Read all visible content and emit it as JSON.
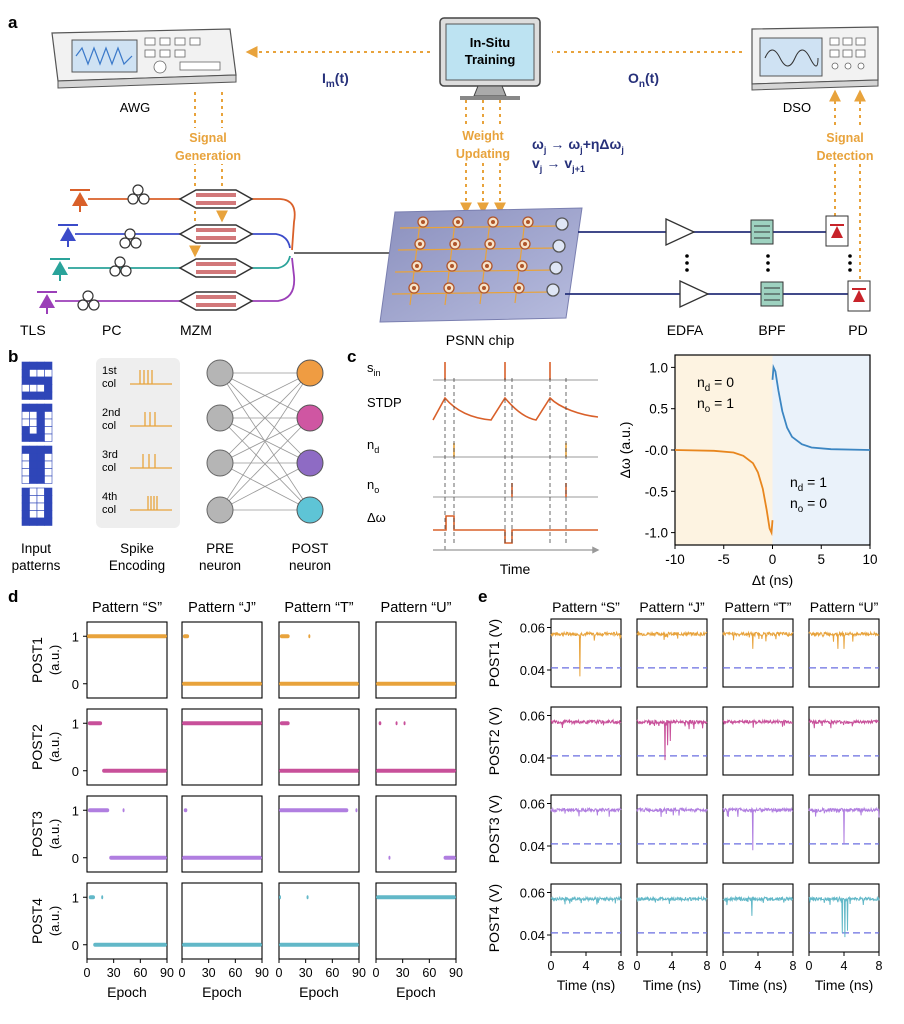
{
  "panels": {
    "a": "a",
    "b": "b",
    "c": "c",
    "d": "d",
    "e": "e"
  },
  "colors": {
    "orange": "#e8a33c",
    "magenta": "#c8509a",
    "violet": "#b07ee0",
    "cyan": "#62b8c8",
    "navy": "#26307a",
    "red_orange": "#d9602a",
    "blue_grid": "#2f46b8",
    "dashed_blue": "#6a6ee0"
  },
  "icons": [
    "awg-instrument-icon",
    "computer-monitor-icon",
    "oscilloscope-icon",
    "laser-diode-icon",
    "polarization-controller-icon",
    "modulator-icon",
    "amplifier-triangle-icon",
    "bandpass-filter-icon",
    "photodiode-icon",
    "neuron-circle-icon"
  ],
  "panel_a": {
    "awg": "AWG",
    "training": [
      "In-Situ",
      "Training"
    ],
    "dso": "DSO",
    "im": "I",
    "im_sub": "m",
    "im_tail": "(t)",
    "on": "O",
    "on_sub": "n",
    "on_tail": "(t)",
    "signal_generation": [
      "Signal",
      "Generation"
    ],
    "weight_updating": [
      "Weight",
      "Updating"
    ],
    "signal_detection": [
      "Signal",
      "Detection"
    ],
    "eq1": {
      "a": "ω",
      "a_sub": "j",
      "arrow": "→",
      "b": "ω",
      "b_sub": "j",
      "c": "+ηΔω",
      "c_sub": "j"
    },
    "eq2": {
      "a": "v",
      "a_sub": "j",
      "arrow": "→",
      "b": "v",
      "b_sub": "j+1"
    },
    "labels": [
      "TLS",
      "PC",
      "MZM",
      "PSNN chip",
      "EDFA",
      "BPF",
      "PD"
    ]
  },
  "panel_b": {
    "cols": [
      [
        "1st",
        "col"
      ],
      [
        "2nd",
        "col"
      ],
      [
        "3rd",
        "col"
      ],
      [
        "4th",
        "col"
      ]
    ],
    "captions": [
      [
        "Input",
        "patterns"
      ],
      [
        "Spike",
        "Encoding"
      ],
      [
        "PRE",
        "neuron"
      ],
      [
        "POST",
        "neuron"
      ]
    ],
    "post_colors": [
      "#ef9c42",
      "#cf56a2",
      "#8e6bc4",
      "#5ec4d6"
    ]
  },
  "panel_c_left": {
    "rows": [
      {
        "label": "s",
        "sub": "in"
      },
      {
        "label": "STDP",
        "sub": ""
      },
      {
        "label": "n",
        "sub": "d"
      },
      {
        "label": "n",
        "sub": "o"
      },
      {
        "label": "Δω",
        "sub": ""
      }
    ],
    "xlabel": "Time"
  },
  "chart_data": [
    {
      "type": "line",
      "id": "c-right",
      "xlabel": "Δt (ns)",
      "ylabel": "Δω (a.u.)",
      "xlim": [
        -10,
        10
      ],
      "ylim": [
        -1.15,
        1.15
      ],
      "xticks": [
        -10,
        -5,
        0,
        5,
        10
      ],
      "yticks": [
        -1.0,
        -0.5,
        0.0,
        0.5,
        1.0
      ],
      "ytick_labels": [
        "-1.0",
        "-0.5",
        "-0.0",
        "0.5",
        "1.0"
      ],
      "annotations": [
        {
          "lines": [
            {
              "t": "n",
              "s": "d",
              "r": " = 0"
            },
            {
              "t": "n",
              "s": "o",
              "r": " = 1"
            }
          ],
          "where": "top-left"
        },
        {
          "lines": [
            {
              "t": "n",
              "s": "d",
              "r": " = 1"
            },
            {
              "t": "n",
              "s": "o",
              "r": " = 0"
            }
          ],
          "where": "bottom-right"
        }
      ],
      "series": [
        {
          "side": "negative",
          "x": [
            -10,
            -6,
            -4,
            -3,
            -2,
            -1.5,
            -1,
            -0.6,
            -0.3,
            -0.1,
            0
          ],
          "y": [
            0,
            -0.01,
            -0.03,
            -0.07,
            -0.16,
            -0.27,
            -0.47,
            -0.72,
            -0.95,
            -1.0,
            -0.85
          ]
        },
        {
          "side": "positive",
          "x": [
            0,
            0.1,
            0.3,
            0.6,
            1,
            1.5,
            2,
            3,
            4,
            6,
            10
          ],
          "y": [
            0.85,
            1.0,
            0.95,
            0.72,
            0.47,
            0.27,
            0.16,
            0.07,
            0.03,
            0.01,
            0
          ]
        }
      ]
    },
    {
      "type": "scatter",
      "id": "d",
      "col_titles": [
        "Pattern “S”",
        "Pattern “J”",
        "Pattern “T”",
        "Pattern “U”"
      ],
      "row_labels": [
        "POST1",
        "POST2",
        "POST3",
        "POST4"
      ],
      "unit": "(a.u.)",
      "xlabel": "Epoch",
      "xlim": [
        0,
        90
      ],
      "xticks": [
        0,
        30,
        60,
        90
      ],
      "xtick_labels_first": [
        "0",
        "30",
        "60",
        "90"
      ],
      "xtick_labels_rest": [
        "0",
        "30",
        "60",
        "90"
      ],
      "yticks": [
        0,
        1
      ],
      "ylim": [
        -0.3,
        1.3
      ],
      "series": [
        {
          "row": 0,
          "col": 0,
          "segments": [
            {
              "y": 1,
              "from": 0,
              "to": 90
            }
          ]
        },
        {
          "row": 0,
          "col": 1,
          "segments": [
            {
              "y": 1,
              "from": 1,
              "to": 8
            },
            {
              "y": 0,
              "from": 0,
              "to": 90
            }
          ]
        },
        {
          "row": 0,
          "col": 2,
          "segments": [
            {
              "y": 1,
              "from": 1,
              "to": 12
            },
            {
              "y": 1,
              "from": 33,
              "to": 34
            },
            {
              "y": 0,
              "from": 0,
              "to": 90
            }
          ]
        },
        {
          "row": 0,
          "col": 3,
          "segments": [
            {
              "y": 0,
              "from": 0,
              "to": 90
            }
          ]
        },
        {
          "row": 1,
          "col": 0,
          "segments": [
            {
              "y": 1,
              "from": 1,
              "to": 17
            },
            {
              "y": 0,
              "from": 17,
              "to": 90
            }
          ]
        },
        {
          "row": 1,
          "col": 1,
          "segments": [
            {
              "y": 1,
              "from": 0,
              "to": 90
            }
          ]
        },
        {
          "row": 1,
          "col": 2,
          "segments": [
            {
              "y": 1,
              "from": 1,
              "to": 12
            },
            {
              "y": 0,
              "from": 0,
              "to": 90
            }
          ]
        },
        {
          "row": 1,
          "col": 3,
          "segments": [
            {
              "y": 1,
              "from": 3,
              "to": 6
            },
            {
              "y": 1,
              "from": 22,
              "to": 23
            },
            {
              "y": 1,
              "from": 31,
              "to": 32
            },
            {
              "y": 0,
              "from": 0,
              "to": 90
            }
          ]
        },
        {
          "row": 2,
          "col": 0,
          "segments": [
            {
              "y": 1,
              "from": 1,
              "to": 25
            },
            {
              "y": 1,
              "from": 40,
              "to": 41
            },
            {
              "y": 0,
              "from": 25,
              "to": 90
            }
          ]
        },
        {
          "row": 2,
          "col": 1,
          "segments": [
            {
              "y": 1,
              "from": 2,
              "to": 6
            },
            {
              "y": 0,
              "from": 0,
              "to": 90
            }
          ]
        },
        {
          "row": 2,
          "col": 2,
          "segments": [
            {
              "y": 1,
              "from": 0,
              "to": 78
            },
            {
              "y": 1,
              "from": 86,
              "to": 87
            }
          ]
        },
        {
          "row": 2,
          "col": 3,
          "segments": [
            {
              "y": 0,
              "from": 14,
              "to": 15
            },
            {
              "y": 0,
              "from": 76,
              "to": 90
            }
          ]
        },
        {
          "row": 3,
          "col": 0,
          "segments": [
            {
              "y": 1,
              "from": 2,
              "to": 9
            },
            {
              "y": 1,
              "from": 16,
              "to": 17
            },
            {
              "y": 0,
              "from": 7,
              "to": 90
            }
          ]
        },
        {
          "row": 3,
          "col": 1,
          "segments": [
            {
              "y": 0,
              "from": 0,
              "to": 90
            }
          ]
        },
        {
          "row": 3,
          "col": 2,
          "segments": [
            {
              "y": 1,
              "from": 0,
              "to": 1
            },
            {
              "y": 1,
              "from": 31,
              "to": 32
            },
            {
              "y": 0,
              "from": 0,
              "to": 90
            }
          ]
        },
        {
          "row": 3,
          "col": 3,
          "segments": [
            {
              "y": 1,
              "from": 0,
              "to": 90
            }
          ]
        }
      ]
    },
    {
      "type": "line",
      "id": "e",
      "col_titles": [
        "Pattern “S”",
        "Pattern “J”",
        "Pattern “T”",
        "Pattern “U”"
      ],
      "row_labels": [
        "POST1 (V)",
        "POST2 (V)",
        "POST3 (V)",
        "POST4 (V)"
      ],
      "xlabel": "Time (ns)",
      "xlim": [
        0,
        8
      ],
      "xticks": [
        0,
        4,
        8
      ],
      "yticks": [
        0.04,
        0.06
      ],
      "ytick_labels": [
        "0.04",
        "0.06"
      ],
      "ylim": [
        0.032,
        0.064
      ],
      "baseline": 0.057,
      "threshold": 0.041,
      "dips": [
        [
          {
            "t": 3.3,
            "v": 0.037
          }
        ],
        [],
        [
          {
            "t": 3.4,
            "v": 0.05
          }
        ],
        [
          {
            "t": 3.3,
            "v": 0.05
          },
          {
            "t": 4.0,
            "v": 0.05
          }
        ],
        [],
        [
          {
            "t": 3.2,
            "v": 0.039
          },
          {
            "t": 3.5,
            "v": 0.046
          },
          {
            "t": 3.8,
            "v": 0.048
          }
        ],
        [],
        [],
        [
          {
            "t": 3.2,
            "v": 0.054
          }
        ],
        [],
        [
          {
            "t": 3.4,
            "v": 0.038
          }
        ],
        [
          {
            "t": 4.0,
            "v": 0.041
          }
        ],
        [],
        [],
        [
          {
            "t": 3.3,
            "v": 0.049
          }
        ],
        [
          {
            "t": 3.8,
            "v": 0.041
          },
          {
            "t": 4.1,
            "v": 0.039
          },
          {
            "t": 4.4,
            "v": 0.042
          }
        ]
      ]
    }
  ]
}
